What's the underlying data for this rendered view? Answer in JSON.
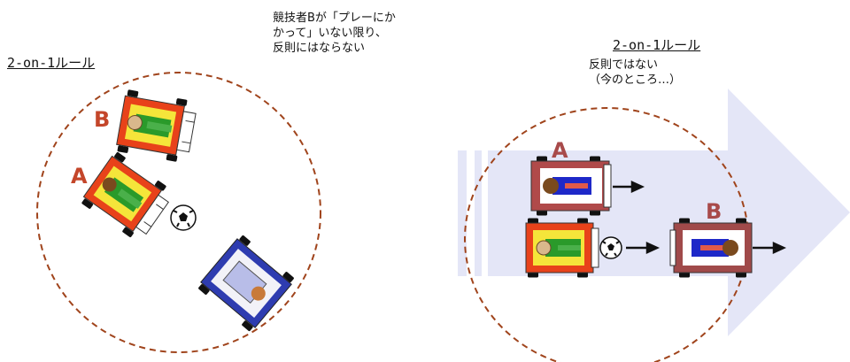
{
  "left_panel": {
    "title": "2-on-1ルール",
    "note": "競技者Bが「プレーにか\nかって」いない限り、\n反則にはならない",
    "label_a": "A",
    "label_b": "B"
  },
  "right_panel": {
    "title": "2-on-1ルール",
    "note": "反則ではない\n（今のところ…）",
    "label_a": "A",
    "label_b": "B"
  },
  "colors": {
    "circle": "#a0441c",
    "arrow": "#e4e6f7",
    "label": "#c4462a",
    "right_label": "#a84a4a"
  }
}
